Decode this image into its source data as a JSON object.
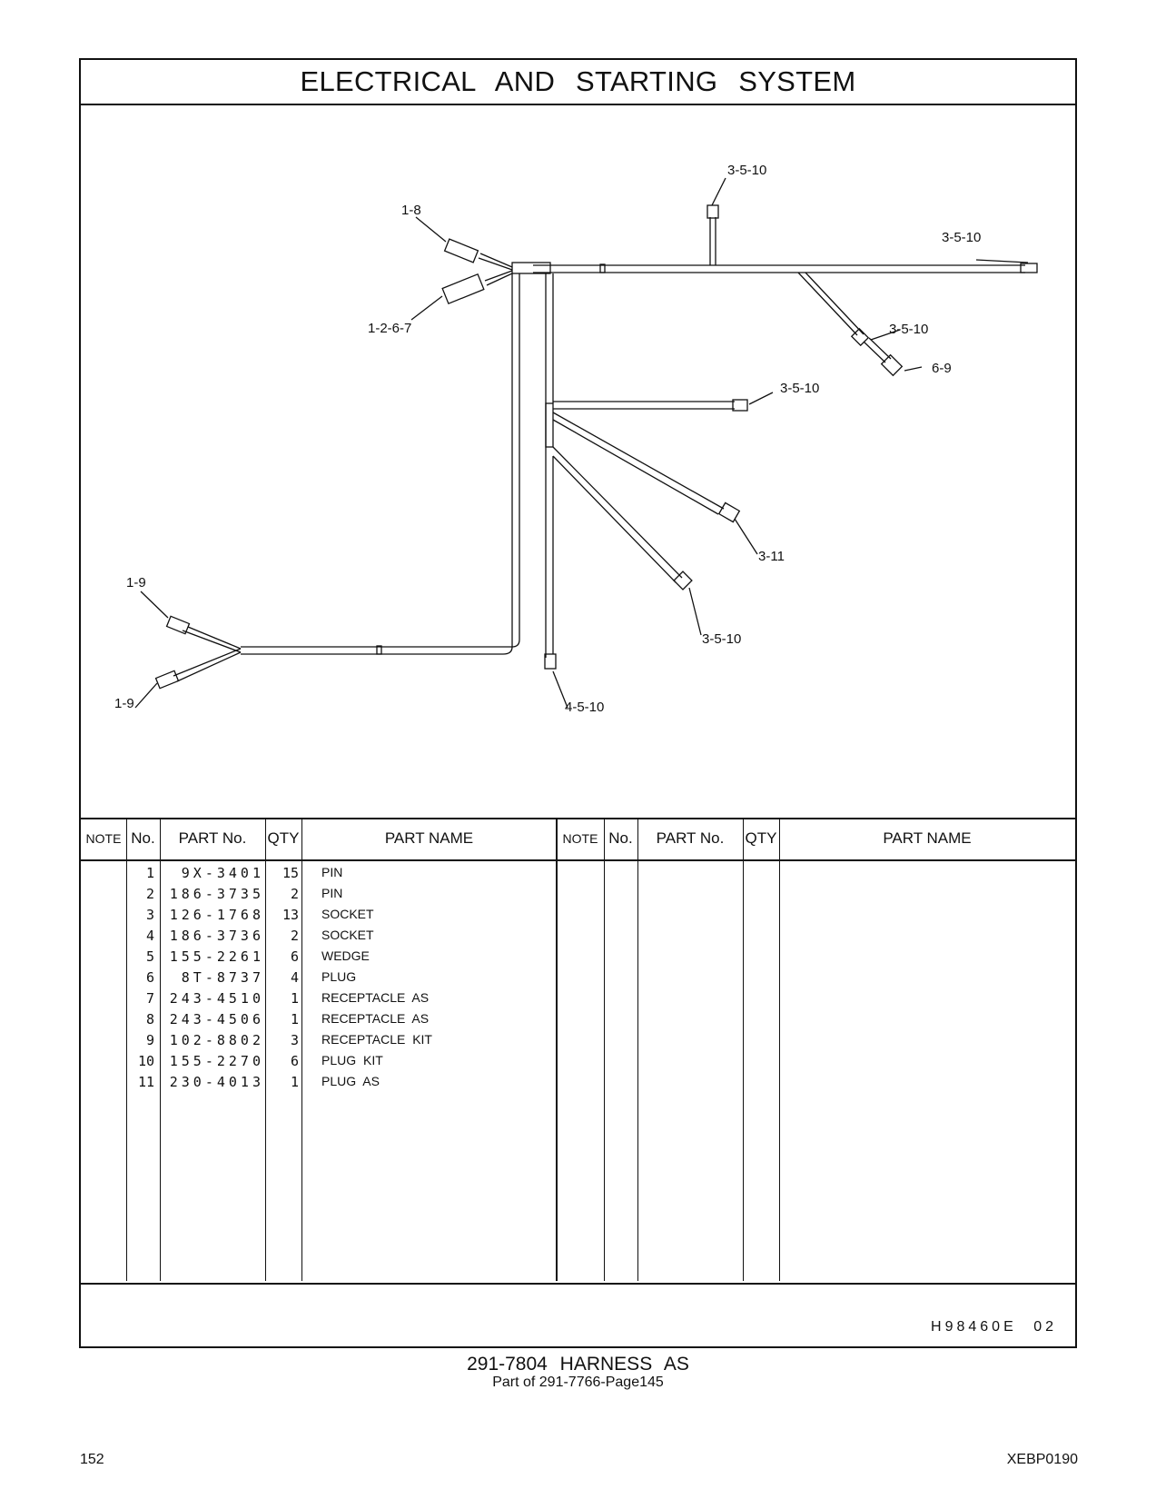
{
  "title": "ELECTRICAL AND STARTING SYSTEM",
  "callouts": {
    "c1": "1-8",
    "c2": "1-2-6-7",
    "c3": "3-5-10",
    "c4": "3-5-10",
    "c5": "3-5-10",
    "c6": "6-9",
    "c7": "3-5-10",
    "c8": "3-11",
    "c9": "3-5-10",
    "c10": "4-5-10",
    "c11": "1-9",
    "c12": "1-9"
  },
  "table": {
    "headers": {
      "note": "NOTE",
      "no": "No.",
      "part_no": "PART No.",
      "qty": "QTY",
      "part_name": "PART NAME"
    },
    "rows": [
      {
        "no": "1",
        "part_no": "9X-3401",
        "qty": "15",
        "name": "PIN"
      },
      {
        "no": "2",
        "part_no": "186-3735",
        "qty": "2",
        "name": "PIN"
      },
      {
        "no": "3",
        "part_no": "126-1768",
        "qty": "13",
        "name": "SOCKET"
      },
      {
        "no": "4",
        "part_no": "186-3736",
        "qty": "2",
        "name": "SOCKET"
      },
      {
        "no": "5",
        "part_no": "155-2261",
        "qty": "6",
        "name": "WEDGE"
      },
      {
        "no": "6",
        "part_no": "8T-8737",
        "qty": "4",
        "name": "PLUG"
      },
      {
        "no": "7",
        "part_no": "243-4510",
        "qty": "1",
        "name": "RECEPTACLE AS"
      },
      {
        "no": "8",
        "part_no": "243-4506",
        "qty": "1",
        "name": "RECEPTACLE AS"
      },
      {
        "no": "9",
        "part_no": "102-8802",
        "qty": "3",
        "name": "RECEPTACLE KIT"
      },
      {
        "no": "10",
        "part_no": "155-2270",
        "qty": "6",
        "name": "PLUG KIT"
      },
      {
        "no": "11",
        "part_no": "230-4013",
        "qty": "1",
        "name": "PLUG AS"
      }
    ]
  },
  "drawing_code": "H98460E 02",
  "assembly_title": "291-7804 HARNESS AS",
  "assembly_ref": "Part of 291-7766-Page145",
  "page_number": "152",
  "doc_id": "XEBP0190"
}
